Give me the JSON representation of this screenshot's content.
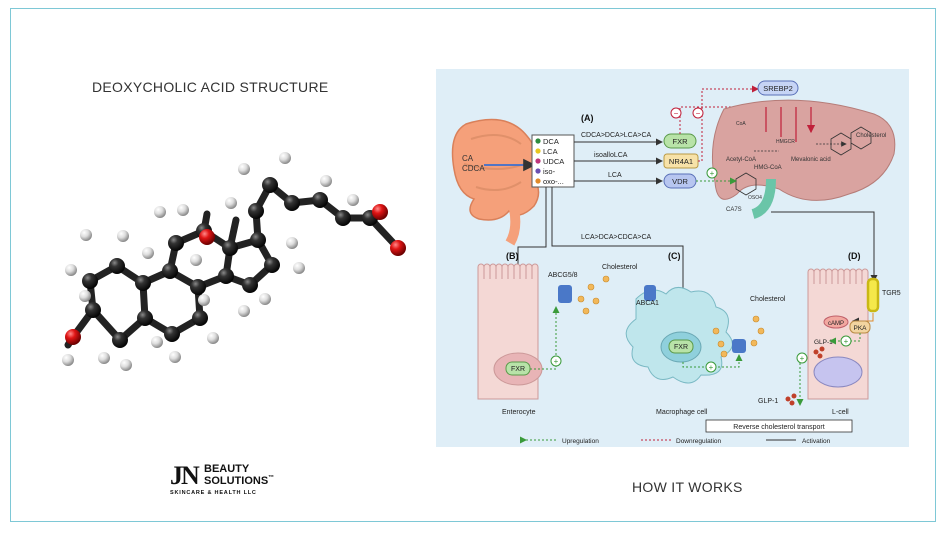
{
  "left_title": "DEOXYCHOLIC ACID STRUCTURE",
  "right_title": "HOW IT WORKS",
  "logo": {
    "jn": "JN",
    "line1": "BEAUTY",
    "line2": "SOLUTIONS",
    "tm": "™",
    "sub": "SKINCARE & HEALTH LLC"
  },
  "diagram": {
    "panels": {
      "a": "(A)",
      "b": "(B)",
      "c": "(C)",
      "d": "(D)"
    },
    "intestine_inputs": {
      "ca": "CA",
      "cdca": "CDCA"
    },
    "acids": [
      "DCA",
      "LCA",
      "UDCA",
      "iso-",
      "oxo-..."
    ],
    "acid_colors": [
      "#2e8b3e",
      "#e8c620",
      "#c0357a",
      "#6a4fb0",
      "#e08a2a"
    ],
    "receptors": {
      "fxr": "FXR",
      "nr4a1": "NR4A1",
      "vdr": "VDR",
      "srebp2": "SREBP2",
      "tgr5": "TGR5"
    },
    "ranking_fxr": "CDCA>DCA>LCA>CA",
    "ligand_nr4a1": "isoalloLCA",
    "ligand_vdr": "LCA",
    "ranking_tgr5": "LCA>DCA>CDCA>CA",
    "liver": {
      "cholesterol": "Cholesterol",
      "acetyl_coa": "Acetyl-CoA",
      "hmg_coa": "HMG-CoA",
      "hmgcr": "HMGCR",
      "mevalonic": "Mevalonic acid",
      "ca7s": "CA7S",
      "coa": "CoA",
      "so4": "OSO4"
    },
    "enterocyte": {
      "label": "Enterocyte",
      "transporter": "ABCG5/8",
      "fxr": "FXR",
      "cholesterol": "Cholesterol"
    },
    "macrophage": {
      "label": "Macrophage cell",
      "transporter": "ABCA1",
      "fxr": "FXR",
      "cholesterol": "Cholesterol"
    },
    "lcell": {
      "label": "L-cell",
      "camp": "cAMP",
      "pka": "PKA",
      "glp1": "GLP-1"
    },
    "glp1_out": "GLP-1",
    "reverse_transport": "Reverse cholesterol transport",
    "legend": {
      "up": "Upregulation",
      "down": "Downregulation",
      "act": "Activation"
    },
    "minus": "−",
    "plus": "+"
  }
}
